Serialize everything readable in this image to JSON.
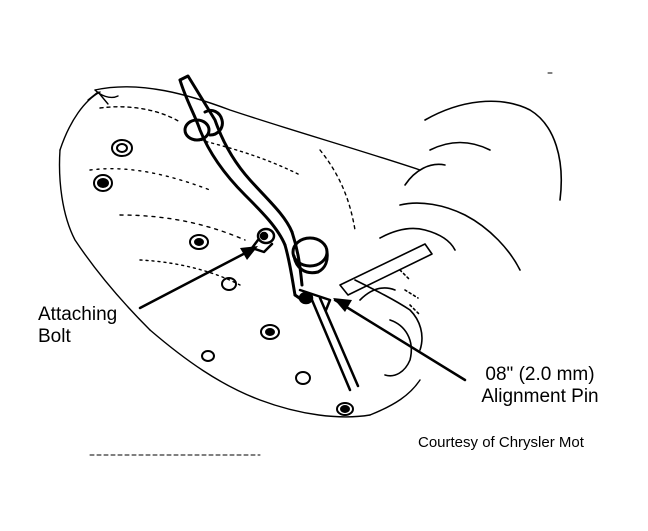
{
  "labels": {
    "attaching_bolt_line1": "Attaching",
    "attaching_bolt_line2": "Bolt",
    "pin_line1": "08\" (2.0 mm)",
    "pin_line2": "Alignment Pin"
  },
  "credit": "Courtesy of Chrysler Mot",
  "colors": {
    "ink": "#000000",
    "paper": "#ffffff"
  }
}
